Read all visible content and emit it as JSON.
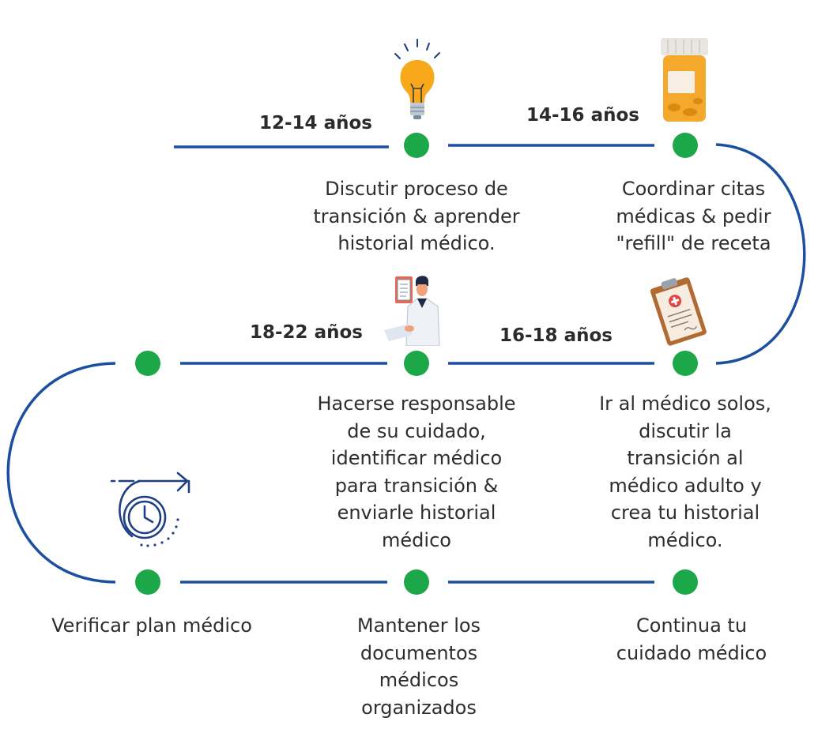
{
  "colors": {
    "line": "#1b4fa0",
    "dot": "#1ca848",
    "text": "#2e2e2e"
  },
  "stages": [
    {
      "age": "12-14 años",
      "icon": "lightbulb-icon",
      "lines": [
        "Discutir proceso de",
        "transición & aprender",
        "historial médico."
      ]
    },
    {
      "age": "14-16 años",
      "icon": "pill-bottle-icon",
      "lines": [
        "Coordinar citas",
        "médicas & pedir",
        "\"refill\" de receta"
      ]
    },
    {
      "age": "16-18 años",
      "icon": "clipboard-icon",
      "lines": [
        "Ir al médico solos,",
        "discutir la",
        "transición al",
        "médico adulto y",
        "crea tu historial",
        "médico."
      ]
    },
    {
      "age": "18-22 años",
      "icon": "doctor-icon",
      "lines": [
        "Hacerse responsable",
        "de su cuidado,",
        "identificar médico",
        "para transición &",
        "enviarle historial",
        "médico"
      ]
    },
    {
      "age": "",
      "icon": "clock-arrow-icon",
      "lines": [
        "Verificar plan médico"
      ]
    },
    {
      "age": "",
      "icon": "",
      "lines": [
        "Mantener los",
        "documentos",
        "médicos",
        "organizados"
      ]
    },
    {
      "age": "",
      "icon": "",
      "lines": [
        "Continua tu",
        "cuidado médico"
      ]
    }
  ]
}
